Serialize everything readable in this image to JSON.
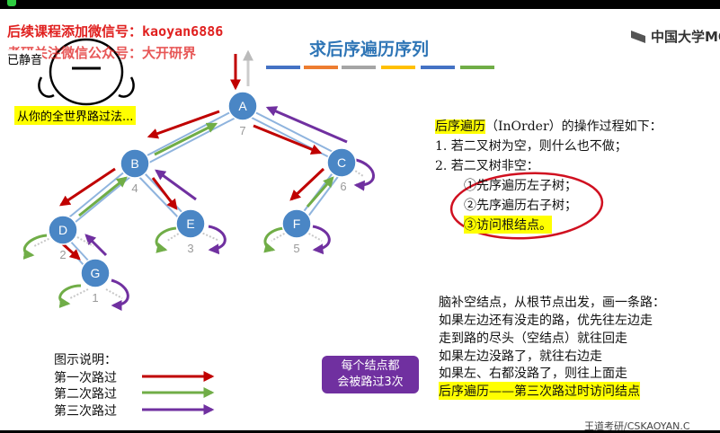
{
  "watermark": {
    "line1": "后续课程添加微信号：kaoyan6886",
    "line2": "考研关注微信公众号：大开研界"
  },
  "overlay": {
    "speaker_label": "已静音",
    "caption": "从你的全世界路过法..."
  },
  "slide": {
    "title": "求后序遍历序列",
    "logo_text": "中国大学MO",
    "footer_text": "王道考研/CSKAOYAN.C"
  },
  "title_bar_colors": [
    "#4472c4",
    "#ed7d31",
    "#a5a5a5",
    "#ffc000",
    "#4472c4",
    "#70ad47"
  ],
  "tree": {
    "nodes": [
      {
        "id": "A",
        "order": "7"
      },
      {
        "id": "B",
        "order": "4"
      },
      {
        "id": "C",
        "order": "6"
      },
      {
        "id": "D",
        "order": "2"
      },
      {
        "id": "E",
        "order": "3"
      },
      {
        "id": "F",
        "order": "5"
      },
      {
        "id": "G",
        "order": "1"
      }
    ]
  },
  "description": {
    "heading_highlight": "后序遍历",
    "heading_rest": "（InOrder）的操作过程如下：",
    "step1": "1.  若二叉树为空，则什么也不做；",
    "step2": "2.  若二叉树非空：",
    "sub1": "①先序遍历左子树；",
    "sub2": "②先序遍历右子树；",
    "sub3": "③访问根结点。"
  },
  "notes": {
    "line1": "脑补空结点，从根节点出发，画一条路：",
    "line2": "如果左边还有没走的路，优先往左边走",
    "line3": "走到路的尽头（空结点）就往回走",
    "line4": "如果左边没路了，就往右边走",
    "line5": "如果左、右都没路了，则往上面走",
    "line6": "后序遍历——第三次路过时访问结点"
  },
  "bubble": {
    "line1": "每个结点都",
    "line2": "会被路过3次"
  },
  "legend": {
    "title": "图示说明：",
    "items": [
      {
        "label": "第一次路过",
        "color": "#c00000"
      },
      {
        "label": "第二次路过",
        "color": "#70ad47"
      },
      {
        "label": "第三次路过",
        "color": "#7030a0"
      }
    ]
  },
  "colors": {
    "node_fill": "#4a86c5",
    "edge": "#8fb4de",
    "first_pass": "#c00000",
    "second_pass": "#70ad47",
    "third_pass": "#7030a0",
    "highlight": "#ffff00",
    "ellipse": "#d01020"
  }
}
